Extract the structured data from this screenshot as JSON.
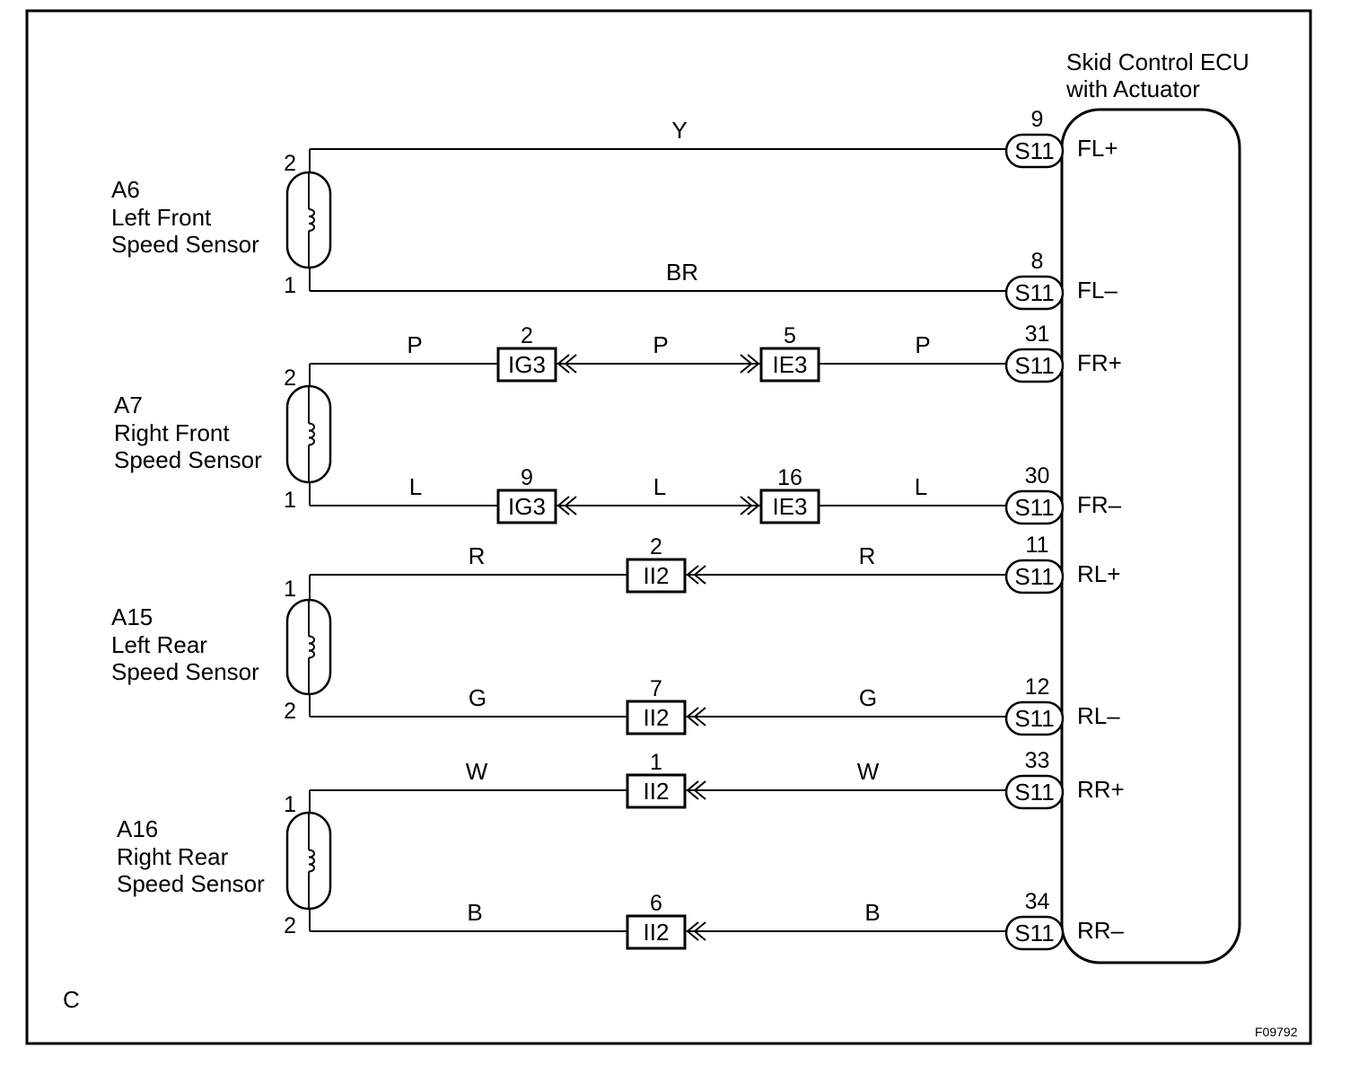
{
  "ecu": {
    "title_line1": "Skid Control ECU",
    "title_line2": "with Actuator",
    "connector": "S11"
  },
  "sensors": [
    {
      "code": "A6",
      "name_line1": "Left Front",
      "name_line2": "Speed Sensor",
      "top_pin": "2",
      "bottom_pin": "1"
    },
    {
      "code": "A7",
      "name_line1": "Right Front",
      "name_line2": "Speed Sensor",
      "top_pin": "2",
      "bottom_pin": "1"
    },
    {
      "code": "A15",
      "name_line1": "Left Rear",
      "name_line2": "Speed Sensor",
      "top_pin": "1",
      "bottom_pin": "2"
    },
    {
      "code": "A16",
      "name_line1": "Right Rear",
      "name_line2": "Speed Sensor",
      "top_pin": "1",
      "bottom_pin": "2"
    }
  ],
  "wires": [
    {
      "terminal": "FL+",
      "ecu_pin": "9",
      "colors": [
        "Y"
      ],
      "connectors": []
    },
    {
      "terminal": "FL–",
      "ecu_pin": "8",
      "colors": [
        "BR"
      ],
      "connectors": []
    },
    {
      "terminal": "FR+",
      "ecu_pin": "31",
      "colors": [
        "P",
        "P",
        "P"
      ],
      "connectors": [
        {
          "id": "IG3",
          "pin": "2"
        },
        {
          "id": "IE3",
          "pin": "5"
        }
      ]
    },
    {
      "terminal": "FR–",
      "ecu_pin": "30",
      "colors": [
        "L",
        "L",
        "L"
      ],
      "connectors": [
        {
          "id": "IG3",
          "pin": "9"
        },
        {
          "id": "IE3",
          "pin": "16"
        }
      ]
    },
    {
      "terminal": "RL+",
      "ecu_pin": "11",
      "colors": [
        "R",
        "R"
      ],
      "connectors": [
        {
          "id": "II2",
          "pin": "2"
        }
      ]
    },
    {
      "terminal": "RL–",
      "ecu_pin": "12",
      "colors": [
        "G",
        "G"
      ],
      "connectors": [
        {
          "id": "II2",
          "pin": "7"
        }
      ]
    },
    {
      "terminal": "RR+",
      "ecu_pin": "33",
      "colors": [
        "W",
        "W"
      ],
      "connectors": [
        {
          "id": "II2",
          "pin": "1"
        }
      ]
    },
    {
      "terminal": "RR–",
      "ecu_pin": "34",
      "colors": [
        "B",
        "B"
      ],
      "connectors": [
        {
          "id": "II2",
          "pin": "6"
        }
      ]
    }
  ],
  "corner_letter": "C",
  "figure_id": "F09792"
}
